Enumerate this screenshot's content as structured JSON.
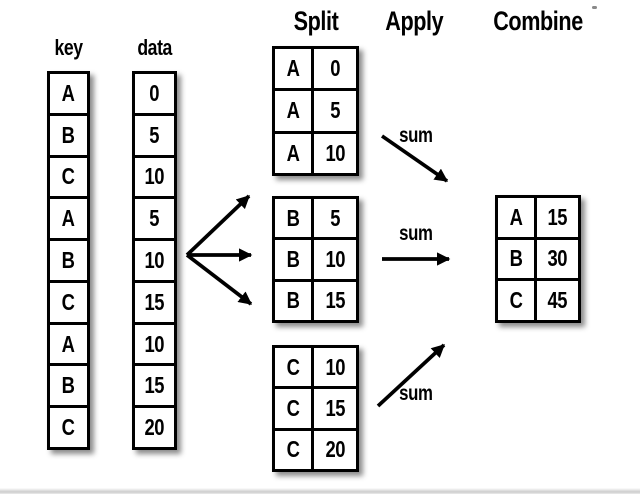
{
  "headers": {
    "key": "key",
    "data": "data",
    "split": "Split",
    "apply": "Apply",
    "combine": "Combine"
  },
  "key_column": [
    "A",
    "B",
    "C",
    "A",
    "B",
    "C",
    "A",
    "B",
    "C"
  ],
  "data_column": [
    "0",
    "5",
    "10",
    "5",
    "10",
    "15",
    "10",
    "15",
    "20"
  ],
  "split_tables": {
    "a": {
      "rows": [
        [
          "A",
          "0"
        ],
        [
          "A",
          "5"
        ],
        [
          "A",
          "10"
        ]
      ]
    },
    "b": {
      "rows": [
        [
          "B",
          "5"
        ],
        [
          "B",
          "10"
        ],
        [
          "B",
          "15"
        ]
      ]
    },
    "c": {
      "rows": [
        [
          "C",
          "10"
        ],
        [
          "C",
          "15"
        ],
        [
          "C",
          "20"
        ]
      ]
    }
  },
  "apply": {
    "labels": [
      "sum",
      "sum",
      "sum"
    ]
  },
  "combine_table": {
    "rows": [
      [
        "A",
        "15"
      ],
      [
        "B",
        "30"
      ],
      [
        "C",
        "45"
      ]
    ]
  },
  "colors": {
    "ink": "#000000",
    "paper": "#ffffff"
  }
}
